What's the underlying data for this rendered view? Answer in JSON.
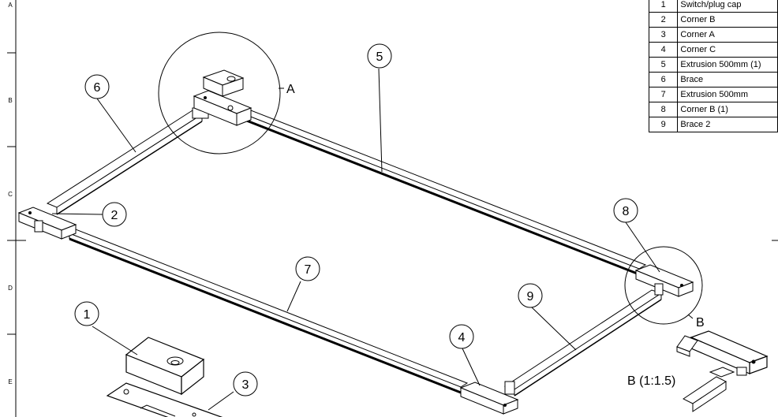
{
  "border": {
    "zones": [
      "A",
      "B",
      "C",
      "D",
      "E"
    ]
  },
  "bom": {
    "rows": [
      {
        "item": "1",
        "description": "Switch/plug cap"
      },
      {
        "item": "2",
        "description": "Corner B"
      },
      {
        "item": "3",
        "description": "Corner A"
      },
      {
        "item": "4",
        "description": "Corner C"
      },
      {
        "item": "5",
        "description": "Extrusion 500mm (1)"
      },
      {
        "item": "6",
        "description": "Brace"
      },
      {
        "item": "7",
        "description": "Extrusion 500mm"
      },
      {
        "item": "8",
        "description": "Corner B (1)"
      },
      {
        "item": "9",
        "description": "Brace 2"
      }
    ]
  },
  "balloons": [
    "1",
    "2",
    "3",
    "4",
    "5",
    "6",
    "7",
    "8",
    "9"
  ],
  "detail_views": {
    "a_label": "A",
    "b_label": "B",
    "b_caption": "B (1:1.5)"
  }
}
